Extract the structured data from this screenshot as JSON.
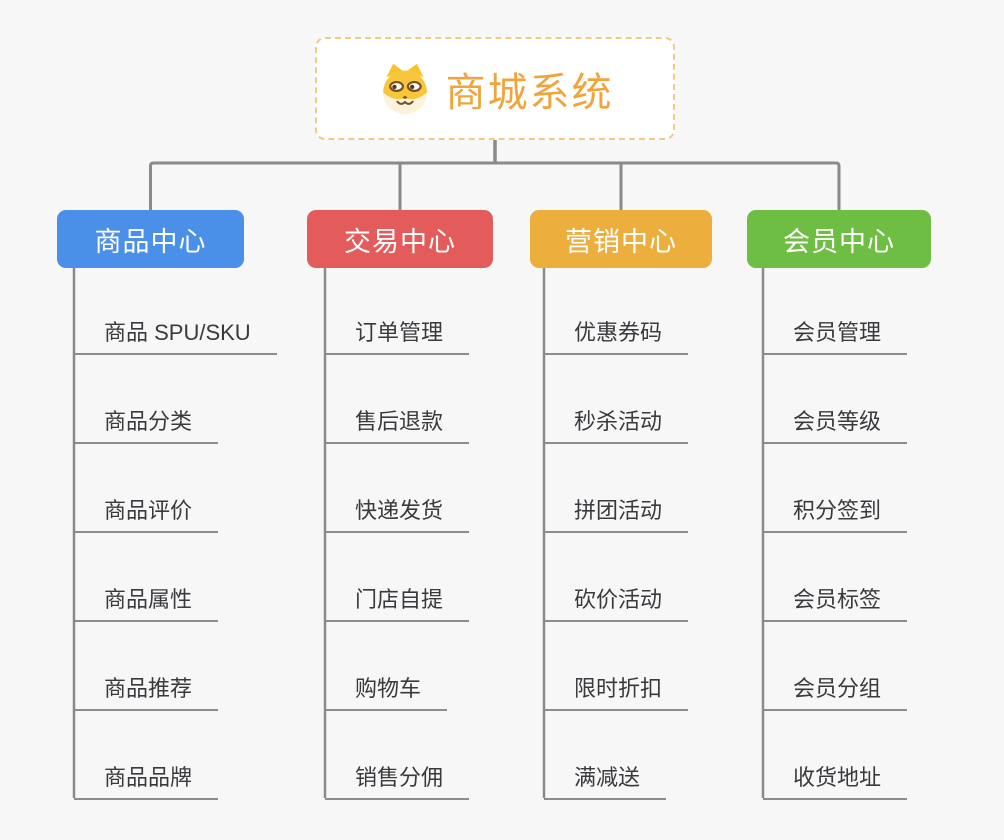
{
  "root": {
    "title": "商城系统",
    "icon": "dog-face-icon",
    "title_color": "#f0a53c",
    "border_color": "#f3c988"
  },
  "branches": [
    {
      "label": "商品中心",
      "color": "#4b90e8",
      "items": [
        "商品 SPU/SKU",
        "商品分类",
        "商品评价",
        "商品属性",
        "商品推荐",
        "商品品牌"
      ]
    },
    {
      "label": "交易中心",
      "color": "#e45b5b",
      "items": [
        "订单管理",
        "售后退款",
        "快递发货",
        "门店自提",
        "购物车",
        "销售分佣"
      ]
    },
    {
      "label": "营销中心",
      "color": "#ecae3d",
      "items": [
        "优惠券码",
        "秒杀活动",
        "拼团活动",
        "砍价活动",
        "限时折扣",
        "满减送"
      ]
    },
    {
      "label": "会员中心",
      "color": "#6fbe44",
      "items": [
        "会员管理",
        "会员等级",
        "积分签到",
        "会员标签",
        "会员分组",
        "收货地址"
      ]
    }
  ],
  "colors": {
    "background": "#f7f7f7",
    "connector": "#8a8a8a",
    "underline": "#8c8c8c",
    "item_text": "#3a3a3e",
    "root_background": "#ffffff"
  }
}
